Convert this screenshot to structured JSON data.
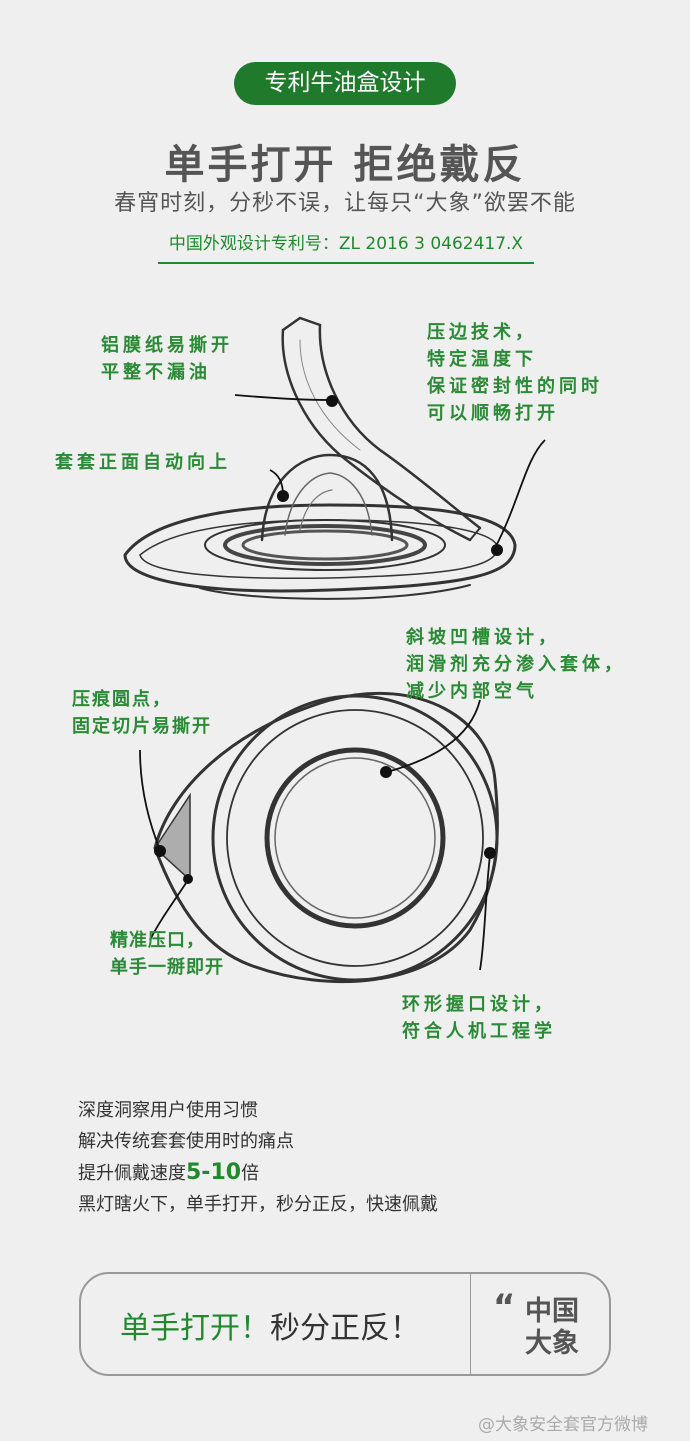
{
  "header": {
    "badge": "专利牛油盒设计",
    "headline": "单手打开  拒绝戴反",
    "subline": "春宵时刻，分秒不误，让每只“大象”欲罢不能",
    "patent": "中国外观设计专利号：ZL 2016 3 0462417.X"
  },
  "callouts": {
    "foil": [
      "铝膜纸易撕开",
      "平整不漏油"
    ],
    "sealing": [
      "压边技术，",
      "特定温度下",
      "保证密封性的同时",
      "可以顺畅打开"
    ],
    "front_up": [
      "套套正面自动向上"
    ],
    "groove": [
      "斜坡凹槽设计，",
      "润滑剂充分渗入套体，",
      "减少内部空气"
    ],
    "dot": [
      "压痕圆点，",
      "固定切片易撕开"
    ],
    "notch": [
      "精准压口，",
      "单手一掰即开"
    ],
    "grip": [
      "环形握口设计，",
      "符合人机工程学"
    ]
  },
  "description": {
    "line1": "深度洞察用户使用习惯",
    "line2": "解决传统套套使用时的痛点",
    "line3_prefix": "提升佩戴速度",
    "line3_highlight": "5-10",
    "line3_suffix": "倍",
    "line4": "黑灯瞎火下，单手打开，秒分正反，快速佩戴"
  },
  "cta": {
    "green_text": "单手打开！",
    "dark_text": "秒分正反！",
    "brand_line1": "中国",
    "brand_line2": "大象"
  },
  "watermark": "@大象安全套官方微博",
  "colors": {
    "accent_green": "#1f7a2c",
    "callout_green": "#2a8a35",
    "background": "#efefef"
  }
}
